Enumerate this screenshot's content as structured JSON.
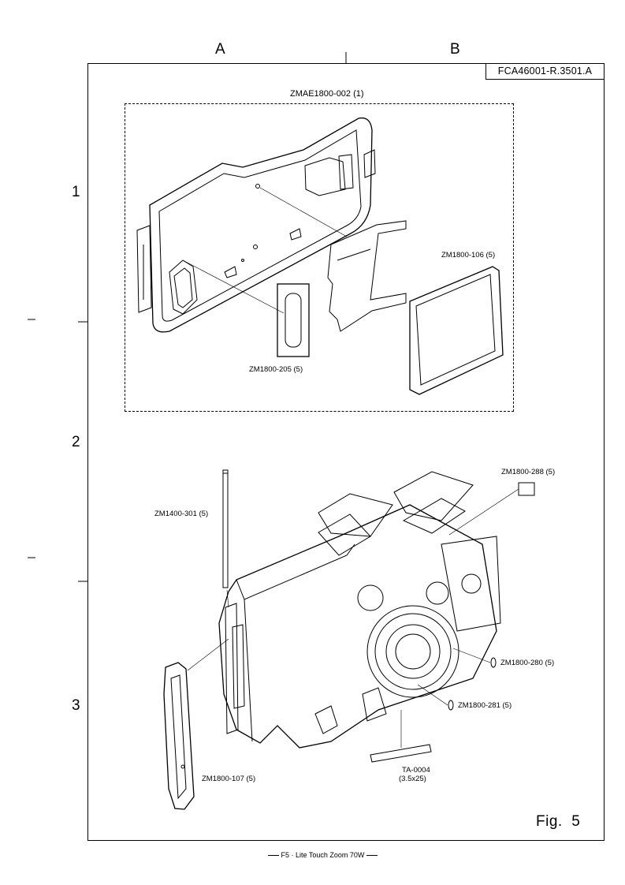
{
  "sheet": {
    "columns": [
      "A",
      "B"
    ],
    "rows": [
      "1",
      "2",
      "3"
    ],
    "drawing_code": "FCA46001-R.3501.A",
    "figure": "Fig.  5",
    "footer": "F5 · Lite Touch Zoom 70W"
  },
  "callouts": {
    "back_cover_assembly": "ZMAE1800-002 (1)",
    "shield_plate": "ZM1800-106 (5)",
    "window_gasket": "ZM1800-205 (5)",
    "part_288": "ZM1800-288 (5)",
    "part_301": "ZM1400-301 (5)",
    "part_280": "ZM1800-280 (5)",
    "part_281": "ZM1800-281 (5)",
    "tape_code": "TA-0004",
    "tape_size": "(3.5x25)",
    "grip_part": "ZM1800-107 (5)"
  }
}
